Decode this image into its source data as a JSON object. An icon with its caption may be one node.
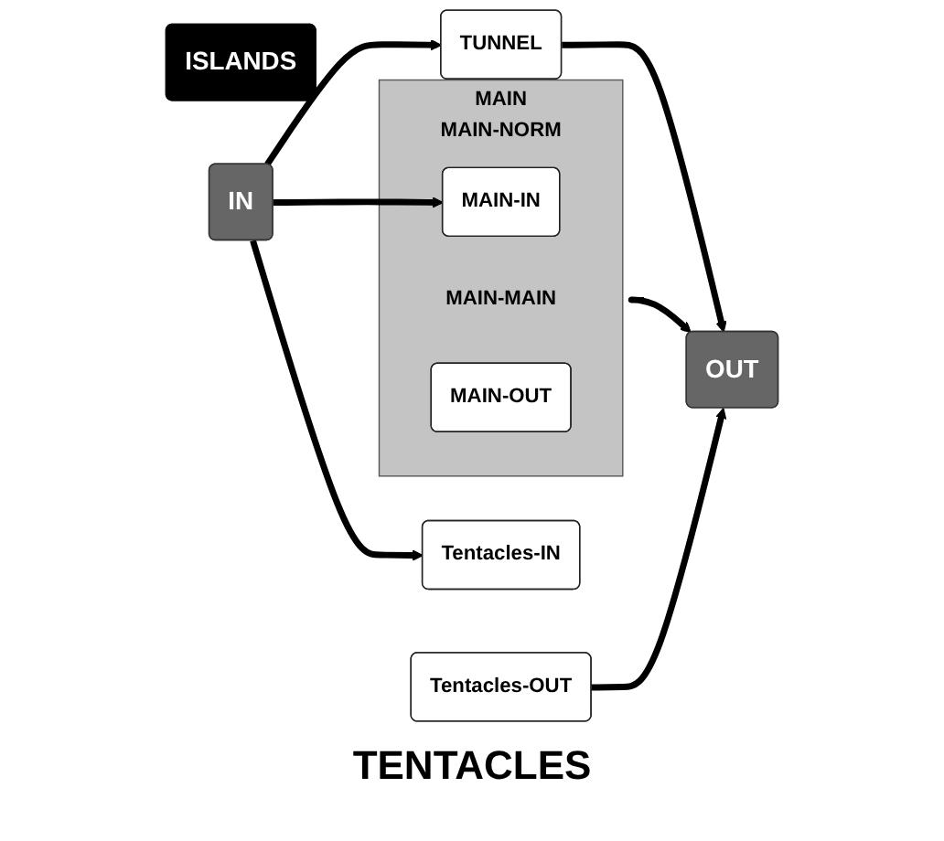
{
  "diagram": {
    "nodes": [
      {
        "text": [
          "ISLANDS"
        ]
      },
      {
        "text": [
          "TUNNEL"
        ]
      },
      {
        "text": [
          "IN"
        ]
      },
      {
        "text": [
          "MAIN",
          "MAIN-NORM"
        ]
      },
      {
        "text": [
          "MAIN-IN"
        ],
        "in": 3
      },
      {
        "text": [
          "MAIN-MAIN"
        ],
        "in": 3
      },
      {
        "text": [
          "MAIN-OUT"
        ],
        "in": 3
      },
      {
        "text": [
          "OUT"
        ]
      },
      {
        "text": [
          "Tentacles-IN"
        ]
      },
      {
        "text": [
          "Tentacles-OUT"
        ]
      }
    ],
    "edges": [
      {
        "from": 2,
        "to": 1,
        "arrow": "to"
      },
      {
        "from": 1,
        "to": 7,
        "arrow": "to"
      },
      {
        "from": 2,
        "to": 4,
        "arrow": "to"
      },
      {
        "from": 5,
        "to": 7,
        "arrow": "to"
      },
      {
        "from": 2,
        "to": 8,
        "arrow": "to"
      },
      {
        "from": 9,
        "to": 7,
        "arrow": "to"
      }
    ],
    "labels": [
      "TENTACLES"
    ]
  }
}
